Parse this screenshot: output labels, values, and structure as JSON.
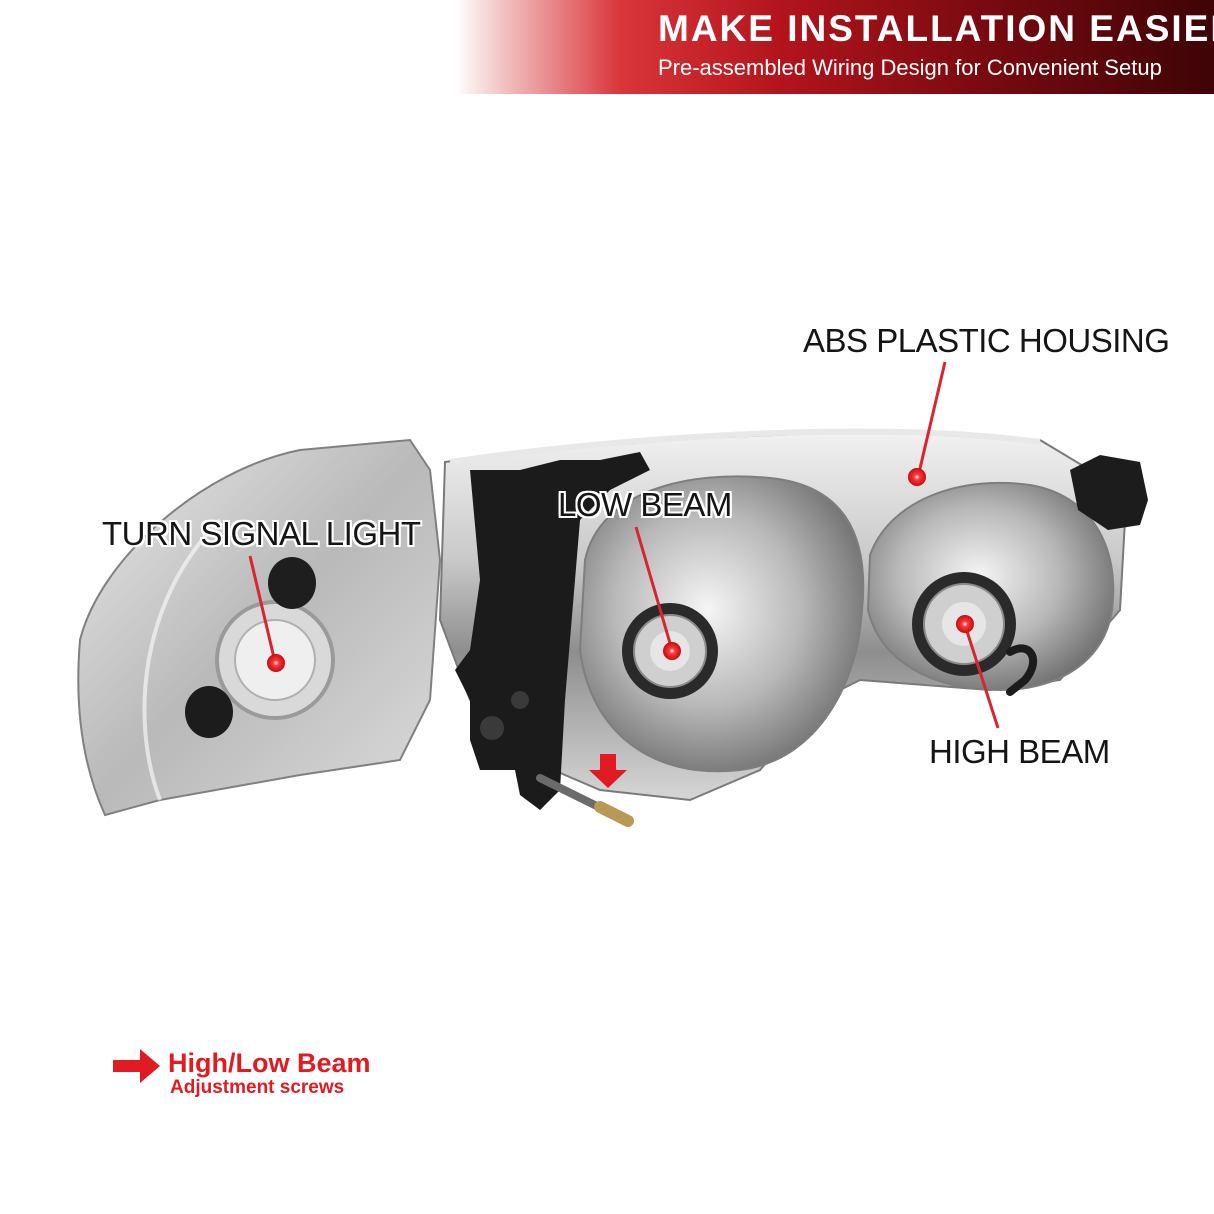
{
  "banner": {
    "title": "MAKE INSTALLATION EASIER",
    "subtitle": "Pre-assembled Wiring Design for Convenient Setup",
    "colors": {
      "dark": "#3e0406",
      "red": "#b3141c"
    }
  },
  "callouts": {
    "housing": "ABS PLASTIC HOUSING",
    "low_beam": "LOW BEAM",
    "turn_signal": "TURN SIGNAL LIGHT",
    "high_beam": "HIGH BEAM"
  },
  "legend": {
    "title": "High/Low Beam",
    "subtitle": "Adjustment screws",
    "icon": "arrow-right-icon",
    "color": "#e01b22"
  },
  "product": {
    "subject": "chrome headlight assembly, rear view"
  }
}
